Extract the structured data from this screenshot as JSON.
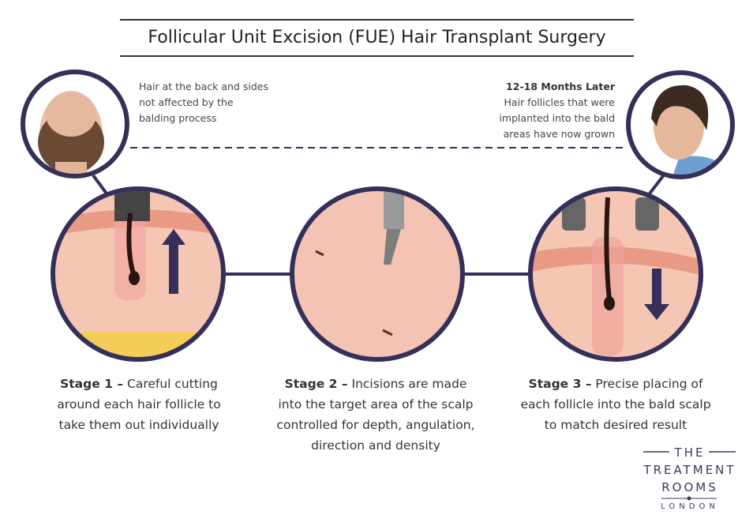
{
  "title": "Follicular Unit Excision (FUE) Hair Transplant Surgery",
  "left_note": [
    "Hair at the back and sides",
    "not affected by the",
    "balding process"
  ],
  "right_note": {
    "heading": "12-18 Months Later",
    "lines": [
      "Hair follicles that were",
      "implanted into the bald",
      "areas have now grown"
    ]
  },
  "stages": [
    {
      "label": "Stage 1 –",
      "lines": [
        " Careful cutting",
        "around each hair follicle to",
        "take them out individually"
      ]
    },
    {
      "label": "Stage 2 –",
      "lines": [
        " Incisions are made",
        "into the target area of the scalp",
        "controlled for depth, angulation,",
        "direction and density"
      ]
    },
    {
      "label": "Stage 3 –",
      "lines": [
        " Precise placing of",
        "each follicle into the bald scalp",
        "to match desired result"
      ]
    }
  ],
  "logo": {
    "line1": "THE",
    "line2": "TREATMENT",
    "line3": "ROOMS",
    "line4": "LONDON"
  },
  "colors": {
    "accent": "#352f5a",
    "skin": "#f1b9a6"
  }
}
